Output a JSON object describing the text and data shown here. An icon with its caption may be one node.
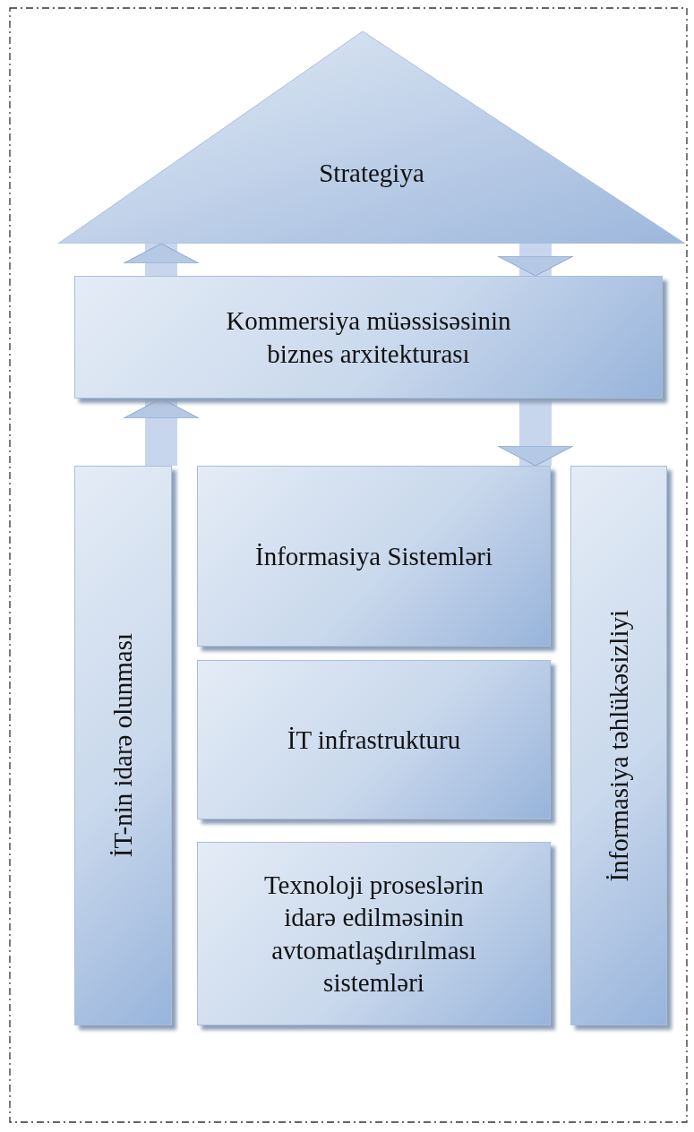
{
  "diagram": {
    "nodes": [
      {
        "text": [
          "Strategiya"
        ]
      },
      {
        "text": [
          "Kommersiya müəssisəsinin biznes arxitekturası"
        ]
      },
      {
        "text": [
          "İT-nin idarə olunması"
        ]
      },
      {
        "text": [
          "İnformasiya Sistemləri"
        ]
      },
      {
        "text": [
          "İT infrastrukturu"
        ]
      },
      {
        "text": [
          "Texnoloji proseslərin idarə edilməsinin avtomatlaşdırılması sistemləri"
        ]
      },
      {
        "text": [
          "İnformasiya təhlükəsizliyi"
        ]
      }
    ],
    "edges": [
      {
        "from": 1,
        "to": 0,
        "arrow": "to"
      },
      {
        "from": 0,
        "to": 1,
        "arrow": "to"
      },
      {
        "from": 2,
        "to": 1,
        "arrow": "to"
      },
      {
        "from": 1,
        "to": 6,
        "arrow": "to"
      }
    ]
  }
}
